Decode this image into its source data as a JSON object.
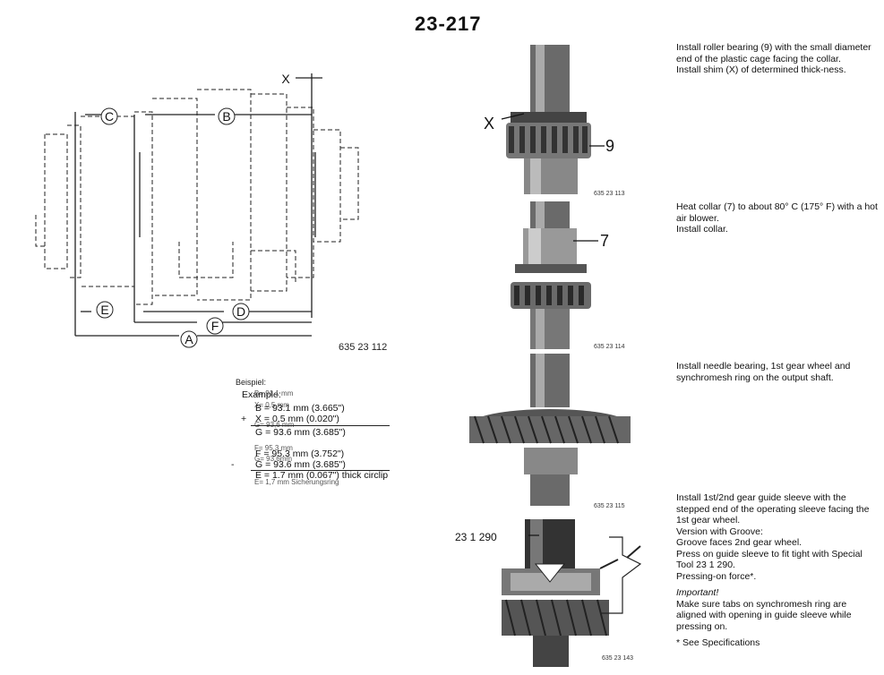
{
  "page_number": "23-217",
  "left_figure": {
    "letters": [
      "X",
      "C",
      "B",
      "E",
      "D",
      "F",
      "A"
    ],
    "ref": "635 23 112"
  },
  "example": {
    "heading_de": "Beispiel:",
    "heading_en": "Example:",
    "ghost": [
      "B= 91,1 mm",
      "X= 0,5 mm",
      "G= 93,6 mm",
      "F= 95,3 mm",
      "G= 93,6mm",
      "E= 1,7 mm Sicherungsring"
    ],
    "lines": [
      {
        "sign": "",
        "text": "B  =  93.1 mm (3.665\")"
      },
      {
        "sign": "+",
        "text": "X  =    0.5 mm (0.020\")"
      },
      {
        "sign": "",
        "text": "G  =  93.6 mm (3.685\")"
      },
      {
        "sign": "",
        "text": "F  =  95.3 mm (3.752\")"
      },
      {
        "sign": "-",
        "text": "G  =  93.6 mm (3.685\")"
      },
      {
        "sign": "",
        "text": "E  =    1.7 mm (0.067\") thick circlip"
      }
    ]
  },
  "photos": {
    "callouts": {
      "x": "X",
      "nine": "9",
      "seven": "7",
      "tool": "23 1 290"
    },
    "refs": [
      "635 23 113",
      "635 23 114",
      "635 23 115",
      "635 23 143"
    ]
  },
  "instructions": {
    "p1": "Install roller bearing (9) with the small diameter end of the plastic cage facing the collar.",
    "p2": "Install shim (X) of determined thick-ness.",
    "p3": "Heat collar (7) to about 80° C (175° F) with a hot air blower.",
    "p4": "Install collar.",
    "p5": "Install needle bearing, 1st gear wheel and synchromesh ring on the output shaft.",
    "p6": "Install 1st/2nd gear guide sleeve with the stepped end of the operating sleeve facing the 1st gear wheel.",
    "p7": "Version with Groove:",
    "p8": "Groove faces 2nd gear wheel.",
    "p9": "Press on guide sleeve to fit tight with Special Tool 23 1 290.",
    "p10": "Pressing-on force*.",
    "p11": "Important!",
    "p12": "Make sure tabs on synchromesh ring are aligned with opening in guide sleeve while pressing on.",
    "p13": "* See Specifications"
  }
}
